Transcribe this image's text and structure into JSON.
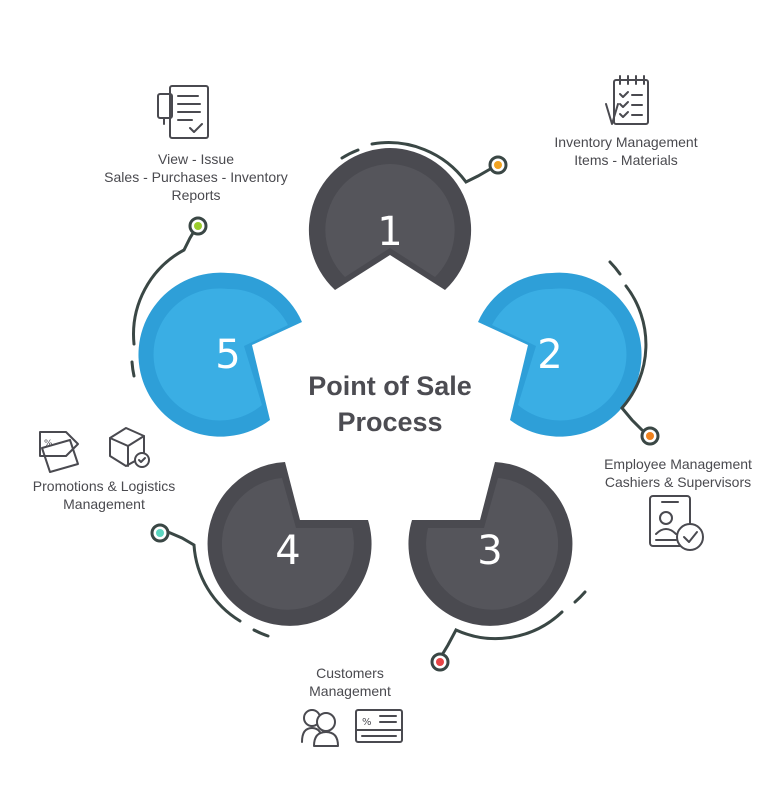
{
  "title": {
    "line1": "Point of Sale",
    "line2": "Process"
  },
  "colors": {
    "dark": "#4a4a50",
    "dark_inner": "#55555b",
    "blue": "#2e9fd8",
    "blue_inner": "#3aaee4",
    "line": "#3a4745"
  },
  "segments": [
    {
      "number": "1",
      "color": "dark",
      "label_lines": [
        "Inventory Management",
        "Items - Materials"
      ],
      "dot_color": "#f2a320",
      "icons": [
        "checklist-clipboard-icon"
      ]
    },
    {
      "number": "2",
      "color": "blue",
      "label_lines": [
        "Employee Management",
        "Cashiers & Supervisors"
      ],
      "dot_color": "#f0821e",
      "icons": [
        "employee-id-check-icon"
      ]
    },
    {
      "number": "3",
      "color": "dark",
      "label_lines": [
        "Customers",
        "Management"
      ],
      "dot_color": "#e84446",
      "icons": [
        "customers-icon",
        "discount-card-icon"
      ]
    },
    {
      "number": "4",
      "color": "dark",
      "label_lines": [
        "Promotions & Logistics",
        "Management"
      ],
      "dot_color": "#5bd6c0",
      "icons": [
        "sale-tag-icon",
        "package-box-icon"
      ]
    },
    {
      "number": "5",
      "color": "blue",
      "label_lines": [
        "View - Issue",
        "Sales - Purchases - Inventory",
        "Reports"
      ],
      "dot_color": "#9bcc2c",
      "icons": [
        "reports-document-icon"
      ]
    }
  ]
}
